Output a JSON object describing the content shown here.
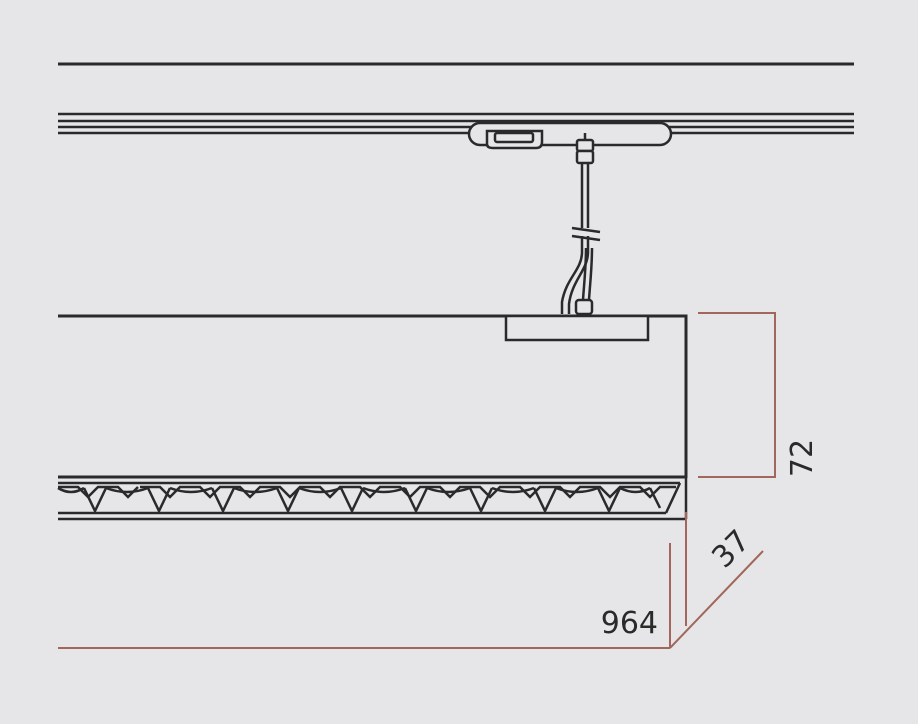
{
  "dimensions": {
    "height": "72",
    "depth": "37",
    "length": "964"
  },
  "colors": {
    "background": "#e6e6e9",
    "line": "#2a2a2a",
    "dimension_line": "#a0675a"
  }
}
